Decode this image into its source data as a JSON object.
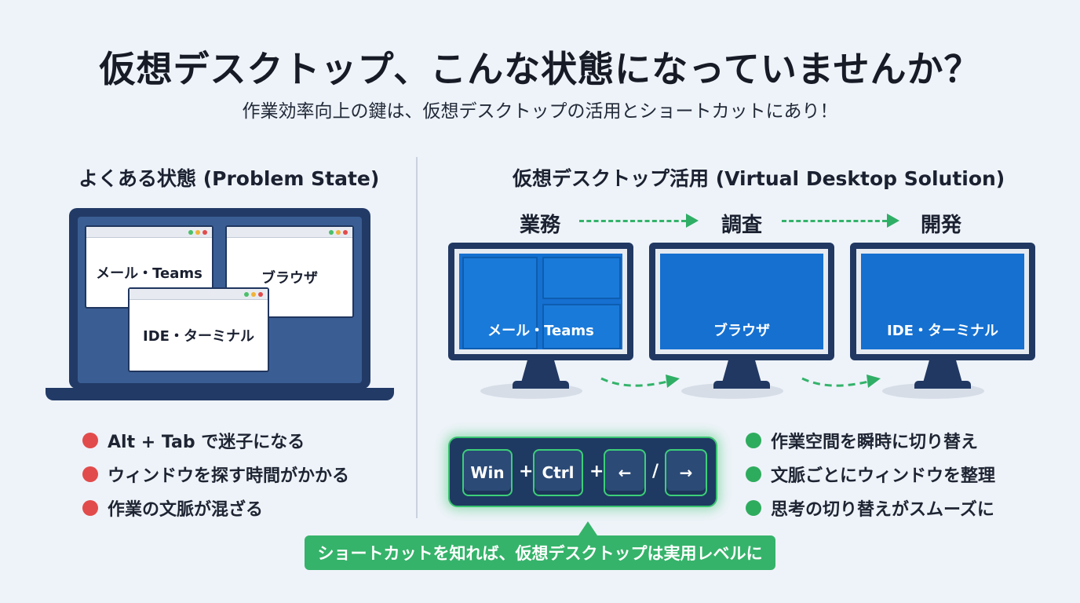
{
  "title": "仮想デスクトップ、こんな状態になっていませんか？",
  "subtitle": "作業効率向上の鍵は、仮想デスクトップの活用とショートカットにあり！",
  "problem": {
    "heading": "よくある状態 (Problem State)",
    "windows": {
      "mail": "メール・Teams",
      "browser": "ブラウザ",
      "ide": "IDE・ターミナル"
    },
    "issues": [
      "Alt + Tab で迷子になる",
      "ウィンドウを探す時間がかかる",
      "作業の文脈が混ざる"
    ],
    "bullet_color": "#e24b4b"
  },
  "solution": {
    "heading": "仮想デスクトップ活用 (Virtual Desktop Solution)",
    "stages": [
      "業務",
      "調査",
      "開発"
    ],
    "desktops": [
      "メール・Teams",
      "ブラウザ",
      "IDE・ターミナル"
    ],
    "benefits": [
      "作業空間を瞬時に切り替え",
      "文脈ごとにウィンドウを整理",
      "思考の切り替えがスムーズに"
    ],
    "bullet_color": "#2eac5e"
  },
  "shortcut": {
    "keys": [
      "Win",
      "Ctrl",
      "←",
      "→"
    ],
    "plus": "+",
    "slash": "/",
    "callout": "ショートカットを知れば、仮想デスクトップは実用レベルに"
  },
  "colors": {
    "accent_green": "#35b36a",
    "navy": "#213862",
    "screen_blue": "#1570d0"
  }
}
